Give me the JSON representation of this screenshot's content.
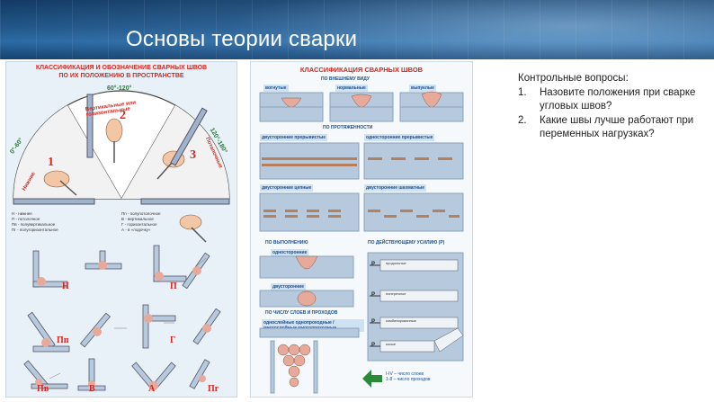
{
  "slide": {
    "title": "Основы теории сварки"
  },
  "poster_left": {
    "title_line1": "КЛАССИФИКАЦИЯ И ОБОЗНАЧЕНИЕ СВАРНЫХ ШВОВ",
    "title_line2": "ПО ИХ ПОЛОЖЕНИЮ В ПРОСТРАНСТВЕ",
    "arc_labels": [
      "Нижние",
      "Вертикальные или горизонтальные",
      "Потолочные"
    ],
    "angles": [
      "0°-60°",
      "60°-120°",
      "120°-180°"
    ],
    "sector_numbers": [
      "1",
      "2",
      "3"
    ],
    "legend": [
      "Н - нижнее",
      "П - потолочное",
      "Пв - полувертикальное",
      "Пг - полугоризонтальное",
      "Пп - полупотолочное",
      "В - вертикальное",
      "Г - горизонтальное",
      "А - в «лодочку»"
    ],
    "joint_labels": [
      "Н",
      "П",
      "Пп",
      "Г",
      "Пв",
      "В",
      "А",
      "Пг"
    ]
  },
  "poster_right": {
    "title": "КЛАССИФИКАЦИЯ СВАРНЫХ ШВОВ",
    "sections": [
      "ПО ВНЕШНЕМУ ВИДУ",
      "ПО ПРОТЯЖЕННОСТИ",
      "ПО ВЫПОЛНЕНИЮ",
      "ПО ДЕЙСТВУЮЩЕМУ УСИЛИЮ (Р)",
      "ПО ЧИСЛУ СЛОЕВ И ПРОХОДОВ"
    ],
    "shape_tags": [
      "вогнутые",
      "нормальные",
      "выпуклые"
    ],
    "length_tags": [
      "двусторонние прерывистые",
      "односторонние прерывистые",
      "двусторонние цепные",
      "двусторонние шахматные"
    ],
    "execution_tags": [
      "односторонние",
      "двусторонние"
    ],
    "force_tags": [
      "продольные",
      "поперечные",
      "комбинированные",
      "косые"
    ],
    "layers_tags": [
      "однослойные однопроходные",
      "многослойные многопроходные"
    ],
    "force_letter": "Р",
    "legend": [
      "I-IV – число слоев",
      "1-8 – число проходов"
    ]
  },
  "questions": {
    "heading": "Контрольные вопросы:",
    "items": [
      {
        "num": "1.",
        "text": "Назовите положения при сварке угловых швов?"
      },
      {
        "num": "2.",
        "text": "Какие швы лучше работают при переменных нагрузках?"
      }
    ]
  },
  "colors": {
    "header_dark": "#123a63",
    "header_light": "#2b6aa3",
    "poster_red": "#d7261e",
    "poster_blue": "#1d4f93",
    "metal": "#b7c9dc",
    "weld": "#e6a99a"
  }
}
